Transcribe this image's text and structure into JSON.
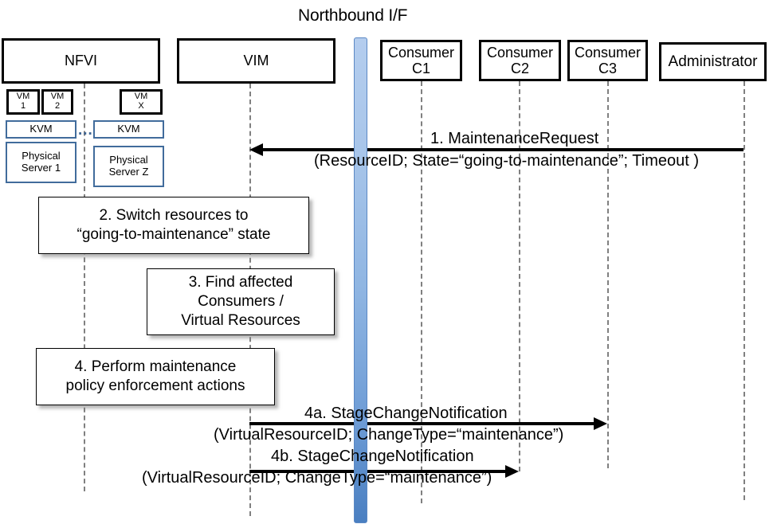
{
  "diagram": {
    "title": "Northbound I/F",
    "type": "sequence-diagram"
  },
  "participants": [
    {
      "name": "nfvi",
      "label": "NFVI"
    },
    {
      "name": "vim",
      "label": "VIM"
    },
    {
      "name": "consumer-c1",
      "label": "Consumer\nC1",
      "line1": "Consumer",
      "line2": "C1"
    },
    {
      "name": "consumer-c2",
      "label": "Consumer\nC2",
      "line1": "Consumer",
      "line2": "C2"
    },
    {
      "name": "consumer-c3",
      "label": "Consumer\nC3",
      "line1": "Consumer",
      "line2": "C3"
    },
    {
      "name": "administrator",
      "label": "Administrator"
    }
  ],
  "infrastructure": {
    "vm1": "VM\n1",
    "vm1_line1": "VM",
    "vm1_line2": "1",
    "vm2_line1": "VM",
    "vm2_line2": "2",
    "vmx_line1": "VM",
    "vmx_line2": "X",
    "kvm_left": "KVM",
    "kvm_right": "KVM",
    "server_left_line1": "Physical",
    "server_left_line2": "Server 1",
    "server_right_line1": "Physical",
    "server_right_line2": "Server Z",
    "ellipsis": "..."
  },
  "messages": [
    {
      "id": "1",
      "number": "1.",
      "name": "MaintenanceRequest",
      "label": "1.   MaintenanceRequest",
      "params": "(ResourceID; State=“going-to-maintenance”; Timeout )",
      "from": "Administrator",
      "to": "VIM",
      "direction": "left"
    },
    {
      "id": "4a",
      "number": "4a.",
      "name": "StageChangeNotification",
      "label": "4a. StageChangeNotification",
      "params": "(VirtualResourceID; ChangeType=“maintenance”)",
      "from": "VIM",
      "to": "Consumer C3",
      "direction": "right"
    },
    {
      "id": "4b",
      "number": "4b.",
      "name": "StageChangeNotification",
      "label": "4b. StageChangeNotification",
      "params": "(VirtualResourceID; ChangeType=“maintenance”)",
      "from": "VIM",
      "to": "Consumer C2",
      "direction": "right"
    }
  ],
  "steps": [
    {
      "id": "2",
      "line1": "2. Switch resources to",
      "line2": "“going-to-maintenance” state"
    },
    {
      "id": "3",
      "line1": "3. Find affected",
      "line2": "Consumers /",
      "line3": "Virtual Resources"
    },
    {
      "id": "4",
      "line1": "4. Perform maintenance",
      "line2": "policy enforcement actions"
    }
  ],
  "colors": {
    "northbound_bar_top": "#b4cdee",
    "northbound_bar_bottom": "#4a7fc1",
    "infrastructure_border": "#416c9c",
    "lifeline": "#808080",
    "box_border": "#000000"
  }
}
